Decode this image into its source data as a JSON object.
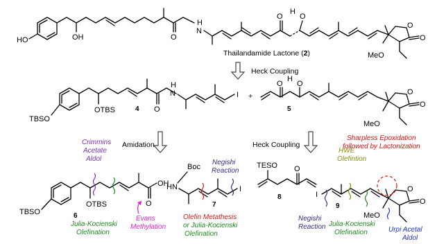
{
  "title": {
    "name": "Thailandamide Lactone (",
    "number": "2",
    "close": ")"
  },
  "steps": {
    "heck_top": "Heck Coupling",
    "heck_bottom": "Heck Coupling",
    "amidation": "Amidation"
  },
  "compounds": {
    "c4": "4",
    "c5": "5",
    "c6": "6",
    "c7": "7",
    "c8": "8",
    "c9": "9"
  },
  "atoms": {
    "ho": "HO",
    "oh": "OH",
    "o": "O",
    "h": "H",
    "n": "N",
    "nh": "NH",
    "i": "I",
    "tbso": "TBSO",
    "otbs": "OTBS",
    "meo": "MeO",
    "tesо": "TESO",
    "boc": "Boc",
    "hn": "HN"
  },
  "annotations": {
    "crimmins": [
      "Crimmins",
      "Acetate",
      "Aldol"
    ],
    "julia_left": [
      "Julia-Kocienski",
      "Olefination"
    ],
    "evans": [
      "Evans",
      "Methylation"
    ],
    "negishi_top": [
      "Negishi",
      "Reaction"
    ],
    "olefin": [
      "Olefin Metathesis",
      "or Julia-Kocienski",
      "Olefination"
    ],
    "hwe": [
      "HWE",
      "Olefintion"
    ],
    "sharpless": [
      "Sharpless Epoxidation",
      "followed by Lactonization"
    ],
    "negishi_bottom": [
      "Negishi",
      "Reaction"
    ],
    "julia_right": [
      "Julia-Kocienski",
      "Olefination"
    ],
    "urpi": [
      "Urpi Acetal",
      "Aldol"
    ]
  },
  "colors": {
    "purple": "#7a2fc4",
    "green": "#1f8a1f",
    "magenta": "#e020c8",
    "navy": "#3b2a8c",
    "olive": "#8a8a10",
    "red": "#e01010",
    "blue": "#2030d0"
  }
}
